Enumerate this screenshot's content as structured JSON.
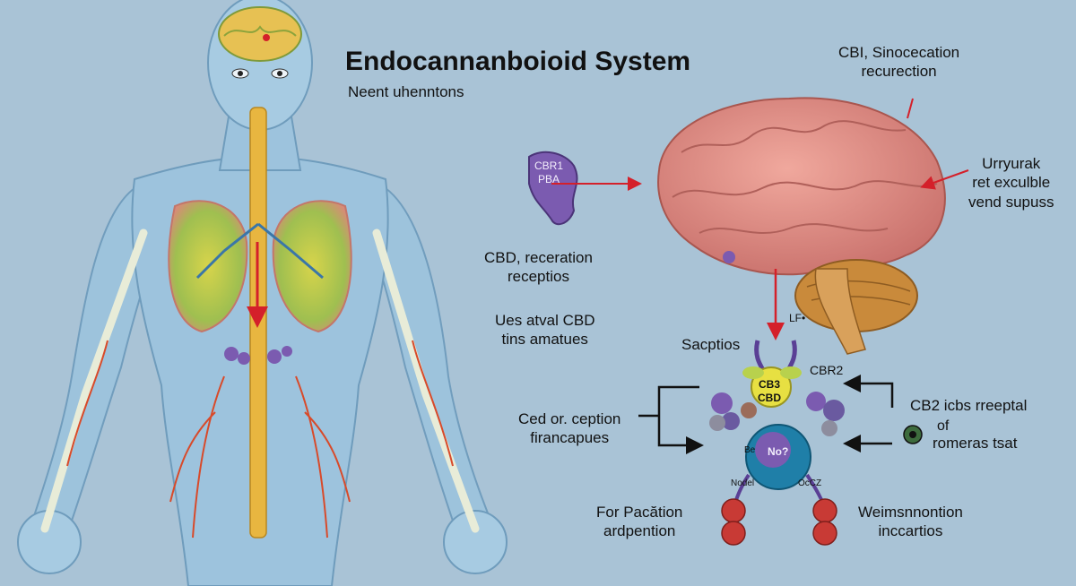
{
  "title": "Endocannanboioid System",
  "subtitle": "Neent uhenntons",
  "labels": {
    "top_right_line1": "CBI, Sinocecation",
    "top_right_line2": "recurection",
    "right_line1": "Urryurak",
    "right_line2": "ret exculble",
    "right_line3": "vend supuss",
    "receptor_tag_line1": "CBR1",
    "receptor_tag_line2": "PBA",
    "cbd_line1": "CBD, receration",
    "cbd_line2": "receptios",
    "uses_line1": "Ues atval CBD",
    "uses_line2": "tins amatues",
    "lf_tag": "LF•",
    "sacptios": "Sacptios",
    "cbr2": "CBR2",
    "molecule_line1": "CB3",
    "molecule_line2": "CBD",
    "left_mid_line1": "Ced or. ception",
    "left_mid_line2": "firancapues",
    "cb2_line1": "CB2  icbs rreeptal",
    "cb2_line2": "of",
    "cb2_line3": "romeras  tsat",
    "no_tag": "No?",
    "be_tag": "Be",
    "nodel_tag": "Nodel",
    "ocoz_tag": "OcCZ",
    "bottom_left_line1": "For Pacătion",
    "bottom_left_line2": "ardpention",
    "bottom_right_line1": "Weimsnnontion",
    "bottom_right_line2": "inccartios"
  },
  "colors": {
    "background": "#a9c3d6",
    "body_fill": "#9dc3dd",
    "spine": "#e8b640",
    "brain": "#e4968e",
    "cerebellum": "#c98a3b",
    "arrow_red": "#d4202a",
    "receptor_purple": "#7b5bb0",
    "molecule_yellow": "#e7e042"
  }
}
